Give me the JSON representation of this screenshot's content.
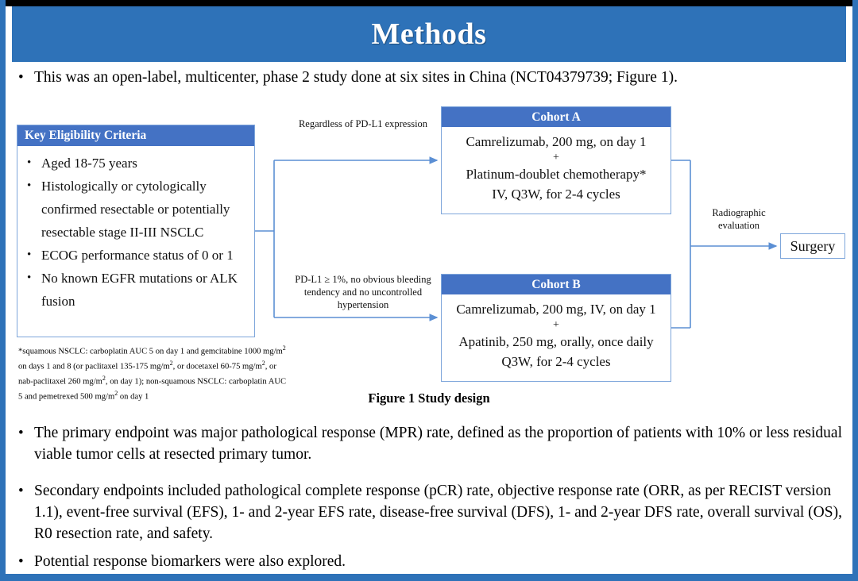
{
  "slide": {
    "title": "Methods",
    "accent_banner_color": "#2E72B8",
    "box_header_color": "#4472C4",
    "box_border_color": "#7EA6DB",
    "connector_color": "#5B8FD4"
  },
  "intro": {
    "bullet": "•",
    "text": "This was an open-label, multicenter, phase 2 study done at six sites in China (NCT04379739; Figure 1)."
  },
  "figure": {
    "caption": "Figure 1 Study design",
    "eligibility": {
      "header": "Key  Eligibility Criteria",
      "bullet": "•",
      "items": [
        "Aged 18-75 years",
        "Histologically or cytologically confirmed resectable or potentially resectable stage II-III  NSCLC",
        "ECOG performance status of 0 or 1",
        "No known EGFR mutations or ALK fusion"
      ]
    },
    "footnote": "*squamous NSCLC: carboplatin AUC 5 on day 1 and gemcitabine 1000 mg/m2 on days 1 and 8 (or paclitaxel 135-175 mg/m2, or docetaxel 60-75 mg/m2, or nab-paclitaxel 260 mg/m2, on day 1); non-squamous NSCLC: carboplatin AUC 5 and pemetrexed 500 mg/m2 on day 1",
    "cohort_a": {
      "header": "Cohort A",
      "line1": "Camrelizumab, 200 mg, on day 1",
      "plus": "+",
      "line2": "Platinum-doublet chemotherapy*",
      "line3": "IV, Q3W, for 2-4 cycles"
    },
    "cohort_b": {
      "header": "Cohort B",
      "line1": "Camrelizumab, 200 mg, IV, on day 1",
      "plus": "+",
      "line2": "Apatinib, 250 mg, orally, once daily",
      "line3": "Q3W, for 2-4 cycles"
    },
    "connector_labels": {
      "to_cohort_a": "Regardless  of PD-L1 expression",
      "to_cohort_b": "PD-L1 ≥ 1%, no obvious bleeding tendency and no uncontrolled  hypertension",
      "to_surgery": "Radiographic evaluation"
    },
    "surgery": {
      "label": "Surgery"
    }
  },
  "endpoints": [
    {
      "bullet": "•",
      "text": "The primary endpoint was major pathological response (MPR) rate, defined as the proportion of patients with 10% or less residual viable tumor cells at resected primary tumor."
    },
    {
      "bullet": "•",
      "text": "Secondary endpoints included pathological complete response (pCR) rate, objective response rate (ORR, as per RECIST version 1.1), event-free survival (EFS), 1- and 2-year EFS rate, disease-free survival (DFS), 1- and 2-year DFS rate, overall survival (OS), R0 resection rate, and safety."
    },
    {
      "bullet": "•",
      "text": "Potential response biomarkers were also explored."
    }
  ]
}
